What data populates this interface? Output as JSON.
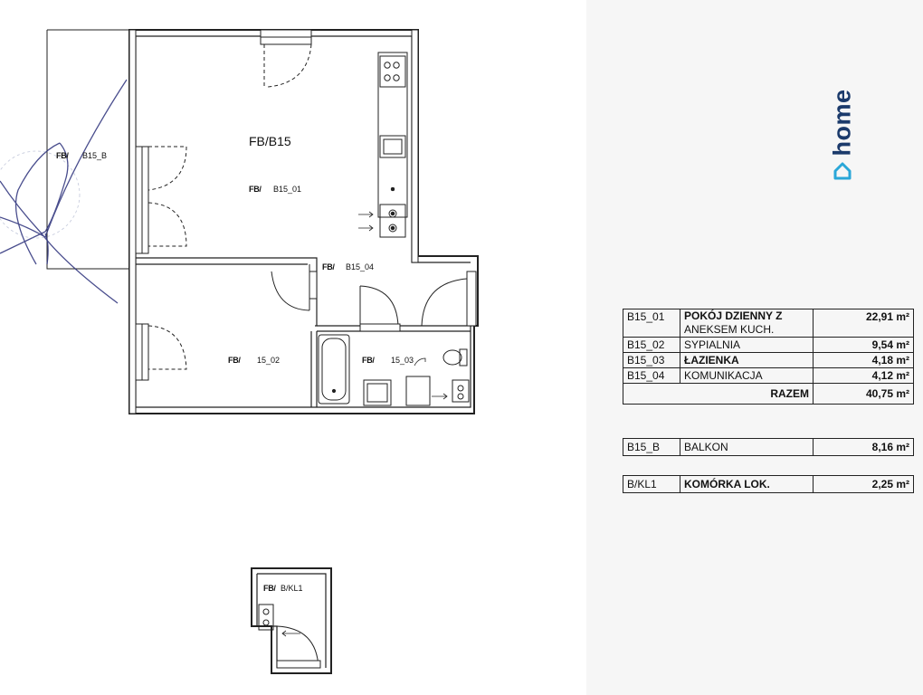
{
  "brand": {
    "name": "home",
    "icon": "house-icon",
    "color": "#1b3a6b"
  },
  "plan": {
    "unit_label": "FB/B15",
    "balcony_label": {
      "prefix": "FB/",
      "code": "B15_B"
    },
    "living_label": {
      "prefix": "FB/",
      "code": "B15_01"
    },
    "bedroom_label": {
      "prefix": "FB/",
      "code": "15_02"
    },
    "bathroom_label": {
      "prefix": "FB/",
      "code": "15_03"
    },
    "hall_label": {
      "prefix": "FB/",
      "code": "B15_04"
    },
    "storage_label": {
      "prefix": "FB/",
      "code": "B/KL1"
    }
  },
  "rooms": [
    {
      "code": "B15_01",
      "name": "POKÓJ DZIENNY Z",
      "name2": "ANEKSEM KUCH.",
      "area": "22,91 m²"
    },
    {
      "code": "B15_02",
      "name": "SYPIALNIA",
      "area": "9,54 m²"
    },
    {
      "code": "B15_03",
      "name": "ŁAZIENKA",
      "area": "4,18 m²"
    },
    {
      "code": "B15_04",
      "name": "KOMUNIKACJA",
      "area": "4,12 m²"
    }
  ],
  "total": {
    "label": "RAZEM",
    "area": "40,75 m²"
  },
  "balcony": {
    "code": "B15_B",
    "name": "BALKON",
    "area": "8,16 m²"
  },
  "storage": {
    "code": "B/KL1",
    "name": "KOMÓRKA LOK.",
    "area": "2,25 m²"
  }
}
